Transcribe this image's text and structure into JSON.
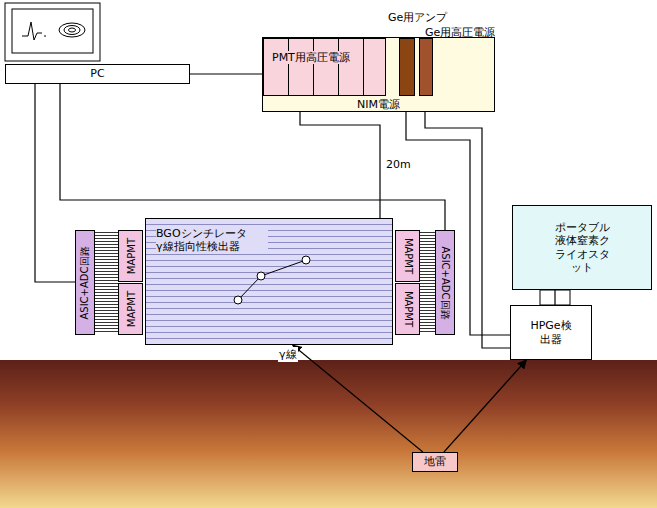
{
  "diagram": {
    "nodes": [
      {
        "text": [
          "PC"
        ]
      },
      {
        "text": [
          "NIM電源"
        ]
      },
      {
        "text": [
          "PMT用高圧電源"
        ],
        "in": 1
      },
      {
        "text": [
          "Ge用アンプ"
        ],
        "in": 1
      },
      {
        "text": [
          "Ge用高圧電源"
        ],
        "in": 1
      },
      {
        "text": [
          "BGOシンチレータ γ線指向性検出器"
        ]
      },
      {
        "text": [
          "ASIC+ADC回路"
        ]
      },
      {
        "text": [
          "MAPMT"
        ]
      },
      {
        "text": [
          "MAPMT"
        ]
      },
      {
        "text": [
          "MAPMT"
        ]
      },
      {
        "text": [
          "MAPMT"
        ]
      },
      {
        "text": [
          "ASIC+ADC回路"
        ]
      },
      {
        "text": [
          "ポータブル液体窒素クライオスタット"
        ]
      },
      {
        "text": [
          "HPGe検出器"
        ]
      },
      {
        "text": [
          "地雷"
        ]
      }
    ],
    "edges": [
      {
        "from": 14,
        "to": 5,
        "arrow": "to",
        "label": "γ線"
      },
      {
        "from": 14,
        "to": 13,
        "arrow": "to"
      },
      {
        "from": 12,
        "to": 13,
        "arrow": "none"
      },
      {
        "from": 13,
        "to": 3,
        "arrow": "none"
      },
      {
        "from": 13,
        "to": 4,
        "arrow": "none"
      },
      {
        "from": 6,
        "to": 0,
        "arrow": "none"
      },
      {
        "from": 11,
        "to": 0,
        "arrow": "none"
      },
      {
        "from": 5,
        "to": 2,
        "arrow": "none"
      },
      {
        "from": 0,
        "to": 1,
        "arrow": "none"
      }
    ],
    "labels": [
      "20m"
    ]
  }
}
